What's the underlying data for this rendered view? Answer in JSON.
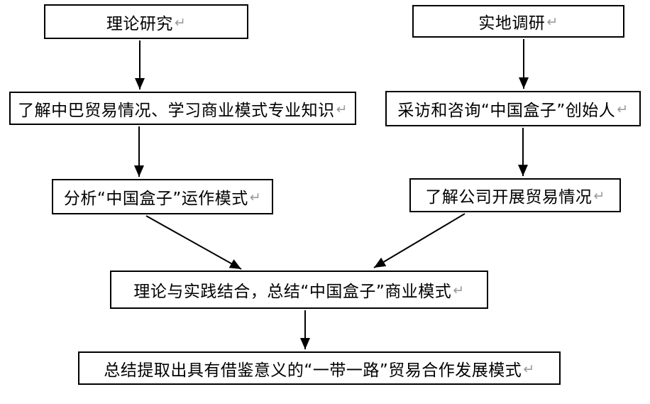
{
  "diagram": {
    "return_mark": "↵",
    "colors": {
      "background": "#ffffff",
      "box_border": "#000000",
      "text": "#000000",
      "arrow": "#000000",
      "return_mark": "#9b9b9b"
    },
    "nodes": {
      "theory": {
        "label": "理论研究"
      },
      "field": {
        "label": "实地调研"
      },
      "learn": {
        "label": "了解中巴贸易情况、学习商业模式专业知识"
      },
      "interview": {
        "label": "采访和咨询“中国盒子”创始人"
      },
      "analyze": {
        "label": "分析“中国盒子”运作模式"
      },
      "understand": {
        "label": "了解公司开展贸易情况"
      },
      "combine": {
        "label": "理论与实践结合，总结“中国盒子”商业模式"
      },
      "conclude": {
        "label": "总结提取出具有借鉴意义的“一带一路”贸易合作发展模式"
      }
    },
    "edges": [
      {
        "from": "theory",
        "to": "learn"
      },
      {
        "from": "field",
        "to": "interview"
      },
      {
        "from": "learn",
        "to": "analyze"
      },
      {
        "from": "interview",
        "to": "understand"
      },
      {
        "from": "analyze",
        "to": "combine"
      },
      {
        "from": "understand",
        "to": "combine"
      },
      {
        "from": "combine",
        "to": "conclude"
      }
    ]
  }
}
